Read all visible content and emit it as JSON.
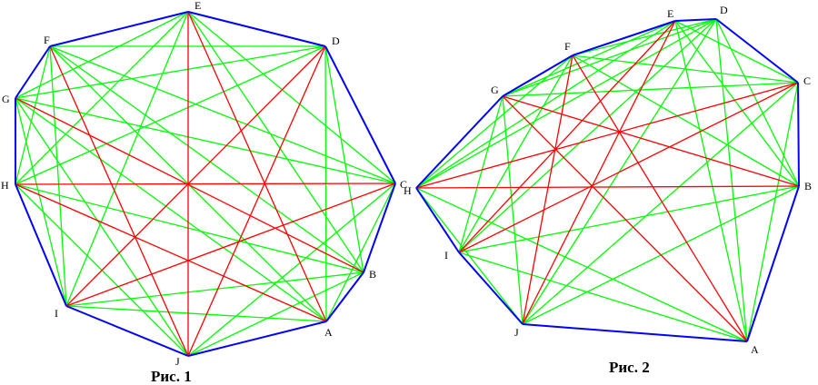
{
  "colors": {
    "side": "#0000ff",
    "diagonal": "#00ff00",
    "highlight": "#ff0000"
  },
  "figures": [
    {
      "caption": "Рис. 1",
      "vertices": [
        "A",
        "B",
        "C",
        "D",
        "E",
        "F",
        "G",
        "H",
        "I",
        "J"
      ],
      "red_diagonals": [
        [
          "E",
          "J"
        ],
        [
          "H",
          "C"
        ],
        [
          "G",
          "B"
        ],
        [
          "D",
          "I"
        ],
        [
          "F",
          "J"
        ],
        [
          "E",
          "A"
        ],
        [
          "D",
          "J"
        ],
        [
          "H",
          "A"
        ],
        [
          "I",
          "C"
        ]
      ]
    },
    {
      "caption": "Рис. 2",
      "vertices": [
        "A",
        "B",
        "C",
        "D",
        "E",
        "F",
        "G",
        "H",
        "I",
        "J"
      ],
      "red_diagonals": [
        [
          "H",
          "B"
        ],
        [
          "G",
          "B"
        ],
        [
          "H",
          "C"
        ],
        [
          "I",
          "C"
        ],
        [
          "I",
          "E"
        ],
        [
          "J",
          "F"
        ],
        [
          "J",
          "E"
        ],
        [
          "F",
          "A"
        ],
        [
          "G",
          "A"
        ]
      ]
    }
  ]
}
